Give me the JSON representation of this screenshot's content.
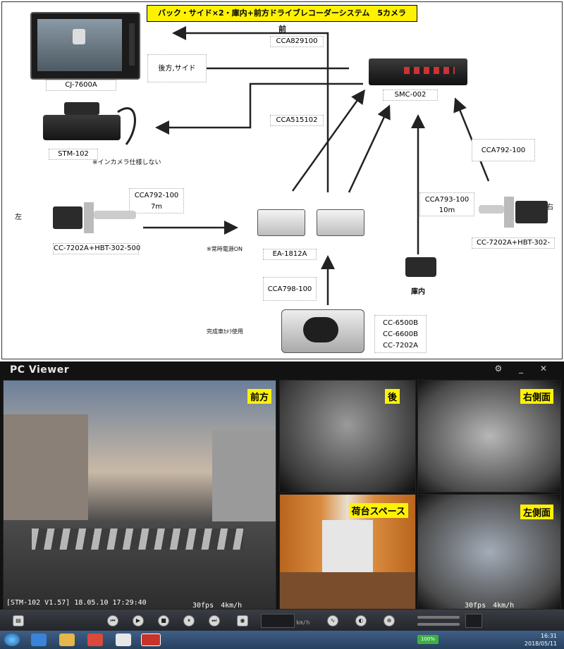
{
  "diagram": {
    "title": "バック・サイド×2・庫内+前方ドライブレコーダーシステム　5カメラ",
    "front_label": "前",
    "left_label": "左",
    "right_label": "右",
    "cables": {
      "cca829100": "CCA829100",
      "cca515102": "CCA515102",
      "cca792_left": "CCA792-100",
      "cca792_left_len": "7m",
      "cca792_right": "CCA792-100",
      "cca793": "CCA793-100",
      "cca793_len": "10m",
      "cca798": "CCA798-100"
    },
    "devices": {
      "monitor": "CJ-7600A",
      "monitor_note": "後方,サイド",
      "recorder": "STM-102",
      "recorder_note": "※インカメラ仕様しない",
      "controller": "SMC-002",
      "converter": "EA-1812A",
      "converter_note": "※常時電源ON",
      "left_camera": "CC-7202A+HBT-302-500",
      "right_camera": "CC-7202A+HBT-302-",
      "interior_camera": "庫内",
      "rear_camera_note": "完成車ｶﾒﾗ使用",
      "rear_models": [
        "CC-6500B",
        "CC-6600B",
        "CC-7202A"
      ]
    }
  },
  "viewer": {
    "title": "PC Viewer",
    "window_controls": "⚙ _ ✕",
    "feeds": {
      "front": "前方",
      "rear": "後",
      "right_side": "右側面",
      "cargo": "荷台スペース",
      "left_side": "左側面"
    },
    "osd_left": "[STM-102 V1.57] 18.05.10 17:29:40",
    "osd_fps_left": "30fps　4km/h",
    "osd_fps_right": "30fps　4km/h",
    "speed_unit": "km/h",
    "clock_time": "16:31",
    "clock_date": "2018/05/11",
    "battery": "100%"
  }
}
